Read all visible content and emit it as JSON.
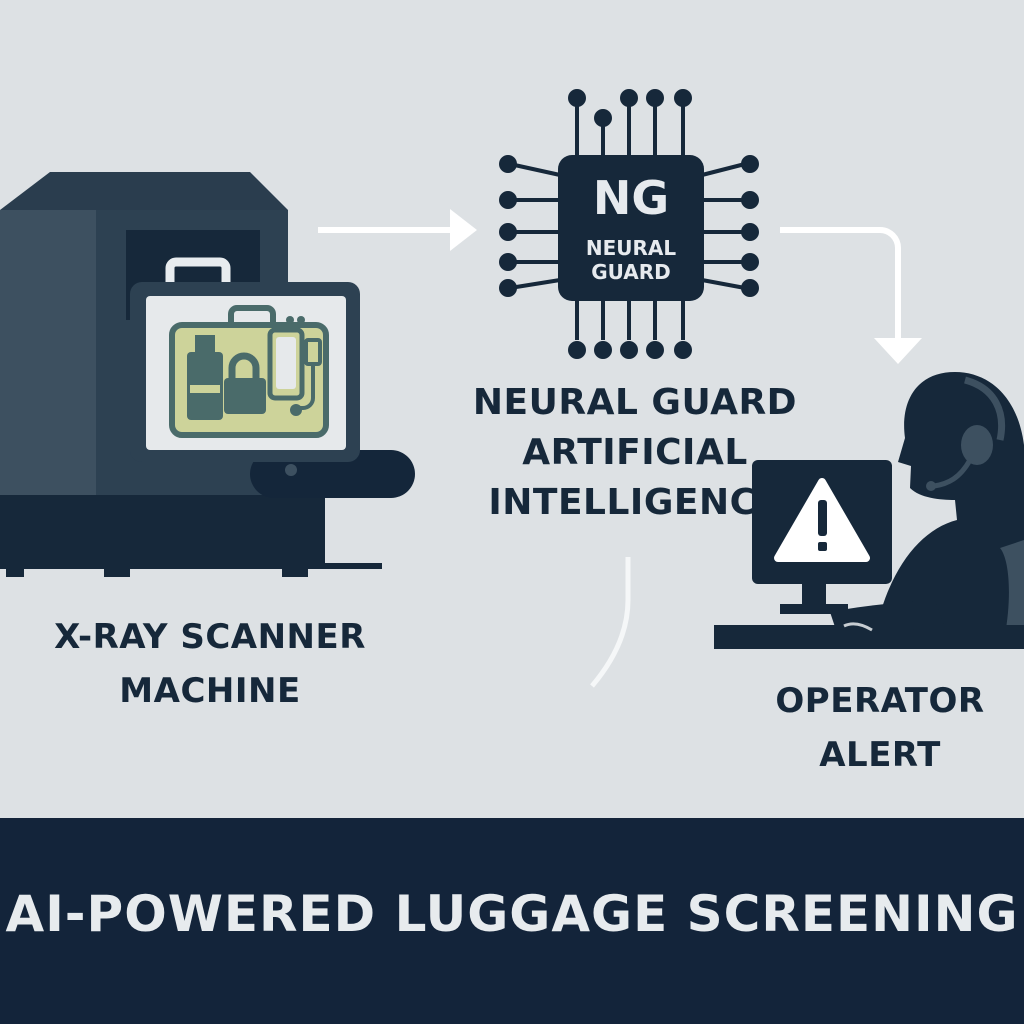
{
  "nodes": {
    "scanner": {
      "label_line1": "X-RAY SCANNER",
      "label_line2": "MACHINE",
      "icon": "xray-scanner-icon"
    },
    "ai": {
      "chip_monogram": "NG",
      "chip_text": "NEURAL\nGUARD",
      "label_line1": "NEURAL GUARD",
      "label_line2": "ARTIFICIAL",
      "label_line3": "INTELLIGENCE",
      "icon": "ai-chip-icon"
    },
    "operator": {
      "label_line1": "OPERATOR",
      "label_line2": "ALERT",
      "icon": "operator-monitor-icon"
    }
  },
  "footer": {
    "title": "AI-POWERED LUGGAGE SCREENING"
  },
  "colors": {
    "background": "#dde1e4",
    "navy": "#13243a",
    "slate": "#3d5060",
    "luggage_tint": "#cdd39a",
    "arrow": "#ffffff"
  }
}
